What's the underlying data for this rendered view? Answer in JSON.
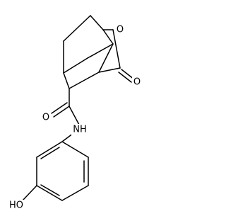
{
  "molecule": {
    "atom_labels": {
      "ring_oxygen": "O",
      "carbonyl_oxygen_lactone": "O",
      "carbonyl_oxygen_amide": "O",
      "amide_nitrogen": "NH",
      "hydroxyl": "HO"
    },
    "colors": {
      "bond": "#000000",
      "label": "#000000",
      "background": "#ffffff"
    }
  }
}
